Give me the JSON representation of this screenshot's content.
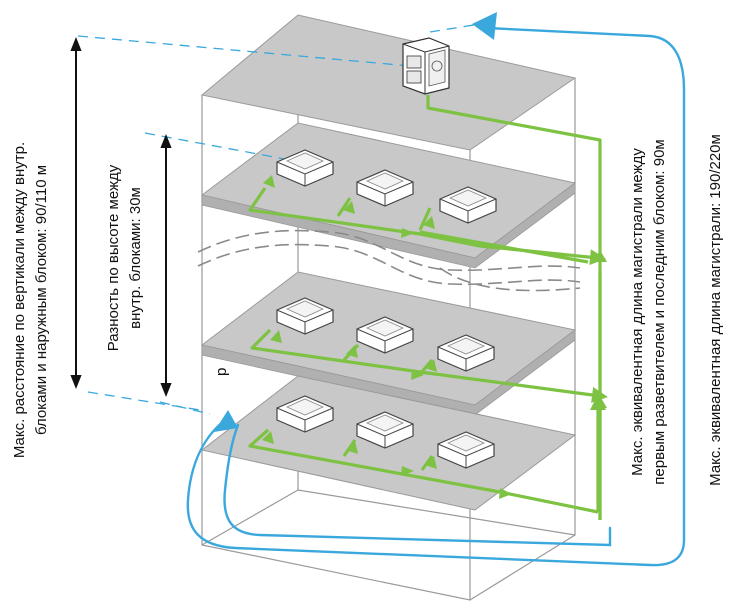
{
  "labels": {
    "vertical_outdoor_line1": "Макс. расстояние по вертикали между внутр.",
    "vertical_outdoor_line2": "блоками и наружным блоком: 90/110 м",
    "vertical_indoor_line1": "Разность по высоте между",
    "vertical_indoor_line2": "внутр. блоками: 30м",
    "equivalent_after_first_line1": "Макс. эквивалентная  длина магистрали между",
    "equivalent_after_first_line2": "первым разветвителем и последним блоком: 90м",
    "equivalent_total": "Макс. эквивалентная длина магистрали: 190/220м",
    "small_mark": "p"
  },
  "colors": {
    "pipe_green": "#7dc242",
    "refrigerant_blue": "#3aa8dc",
    "floor_gray": "#c8c8c8",
    "building_line": "#9a9a9a",
    "text": "#111111"
  },
  "icons": {
    "outdoor_unit": "outdoor-unit-icon",
    "indoor_unit": "cassette-indoor-unit-icon",
    "arrow": "double-arrow-icon"
  }
}
